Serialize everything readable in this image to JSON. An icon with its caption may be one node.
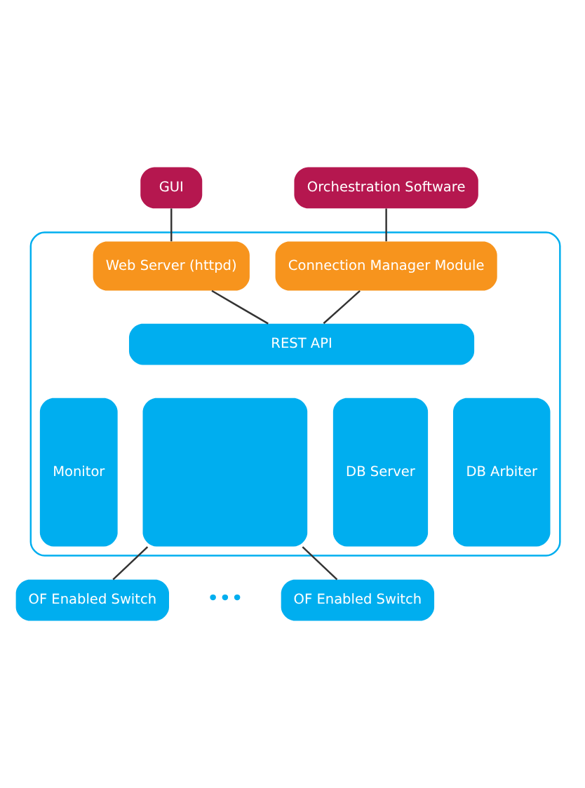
{
  "diagram": {
    "nodes": [
      {
        "text": [
          "GUI"
        ]
      },
      {
        "text": [
          "Orchestration Software"
        ]
      },
      {
        "text": [],
        "shape": "box"
      },
      {
        "text": [
          "Web Server (httpd)"
        ],
        "in": 2
      },
      {
        "text": [
          "Connection Manager Module"
        ],
        "in": 2
      },
      {
        "text": [
          "REST API"
        ],
        "in": 2
      },
      {
        "text": [
          "Monitor"
        ],
        "in": 2
      },
      {
        "text": [],
        "shape": "box",
        "in": 2
      },
      {
        "text": [
          "DB Server"
        ],
        "in": 2
      },
      {
        "text": [
          "DB Arbiter"
        ],
        "in": 2
      },
      {
        "text": [
          "OF Enabled Switch"
        ]
      },
      {
        "text": [
          "OF Enabled Switch"
        ]
      }
    ],
    "edges": [
      {
        "from": 0,
        "to": 3,
        "arrow": "none"
      },
      {
        "from": 1,
        "to": 4,
        "arrow": "none"
      },
      {
        "from": 3,
        "to": 5,
        "arrow": "none"
      },
      {
        "from": 4,
        "to": 5,
        "arrow": "none"
      },
      {
        "from": 7,
        "to": 10,
        "arrow": "none"
      },
      {
        "from": 7,
        "to": 11,
        "arrow": "none"
      }
    ],
    "labels": [
      "•••"
    ]
  }
}
